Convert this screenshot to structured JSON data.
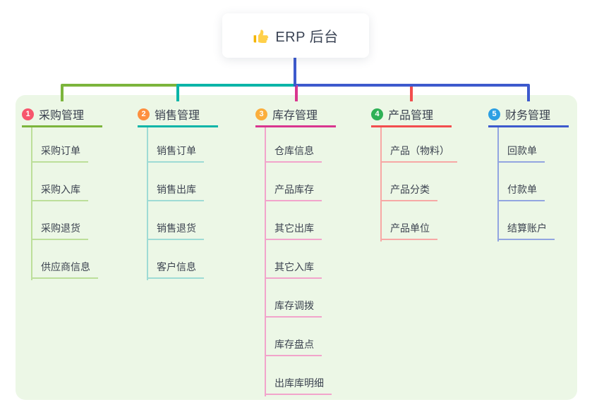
{
  "root": {
    "label": "ERP 后台",
    "icon": "thumbs-up-icon"
  },
  "colors": {
    "root_line": "#3d5acd",
    "panel_bg": "#ecf7e6",
    "card_bg": "#ffffff",
    "header_text": "#39404e",
    "child_text": "#3c4350"
  },
  "branches": [
    {
      "number": "1",
      "label": "采购管理",
      "badge_color": "#f7566d",
      "line_color": "#7cb53c",
      "child_line_color": "#bcdf9a",
      "children": [
        "采购订单",
        "采购入库",
        "采购退货",
        "供应商信息"
      ]
    },
    {
      "number": "2",
      "label": "销售管理",
      "badge_color": "#fd8f3f",
      "line_color": "#0bb5a8",
      "child_line_color": "#9edbd5",
      "children": [
        "销售订单",
        "销售出库",
        "销售退货",
        "客户信息"
      ]
    },
    {
      "number": "3",
      "label": "库存管理",
      "badge_color": "#fbae3c",
      "line_color": "#d9368f",
      "child_line_color": "#f2a4cb",
      "children": [
        "仓库信息",
        "产品库存",
        "其它出库",
        "其它入库",
        "库存调拨",
        "库存盘点",
        "出库库明细"
      ]
    },
    {
      "number": "4",
      "label": "产品管理",
      "badge_color": "#2fb156",
      "line_color": "#f24e4e",
      "child_line_color": "#f7a8a5",
      "children": [
        "产品（物料）",
        "产品分类",
        "产品单位"
      ]
    },
    {
      "number": "5",
      "label": "财务管理",
      "badge_color": "#2d9fe3",
      "line_color": "#3d5acd",
      "child_line_color": "#92a5e0",
      "children": [
        "回款单",
        "付款单",
        "结算账户"
      ]
    }
  ]
}
